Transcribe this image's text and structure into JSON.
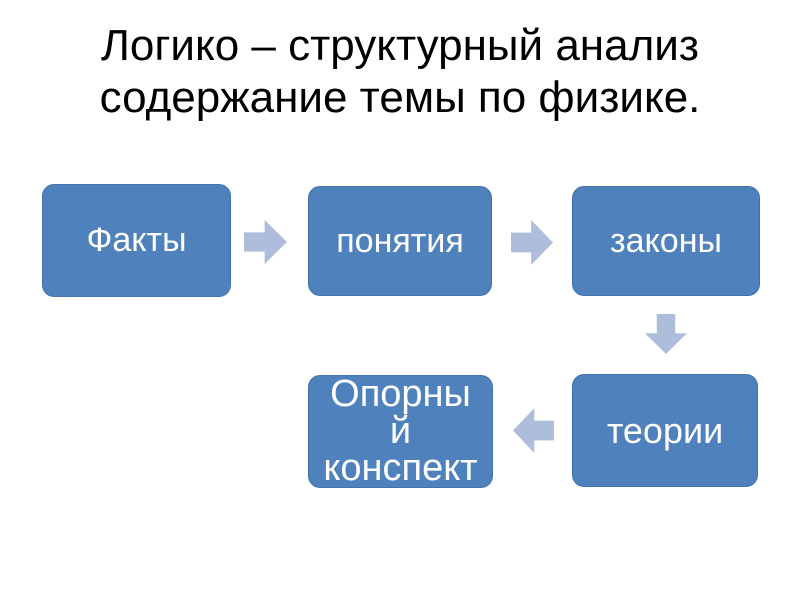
{
  "slide": {
    "title_lines": [
      "Логико – структурный анализ",
      "содержание темы по физике."
    ],
    "background_color": "#FFFFFF"
  },
  "colors": {
    "box_fill": "#4F81BD",
    "box_border": "#4373AC",
    "box_text": "#FFFFFF",
    "arrow_fill": "#AEBDD9",
    "title_text": "#000000"
  },
  "diagram": {
    "type": "flowchart",
    "boxes": [
      {
        "id": "facts",
        "label": "Факты"
      },
      {
        "id": "concepts",
        "label": "понятия"
      },
      {
        "id": "laws",
        "label": "законы"
      },
      {
        "id": "theories",
        "label": "теории"
      },
      {
        "id": "reference-notes",
        "label": "Опорный конспект",
        "lines": [
          "Опорны",
          "й",
          "конспект"
        ]
      }
    ],
    "arrows": [
      {
        "from": "facts",
        "to": "concepts",
        "direction": "right"
      },
      {
        "from": "concepts",
        "to": "laws",
        "direction": "right"
      },
      {
        "from": "laws",
        "to": "theories",
        "direction": "down"
      },
      {
        "from": "theories",
        "to": "reference-notes",
        "direction": "left"
      }
    ]
  }
}
